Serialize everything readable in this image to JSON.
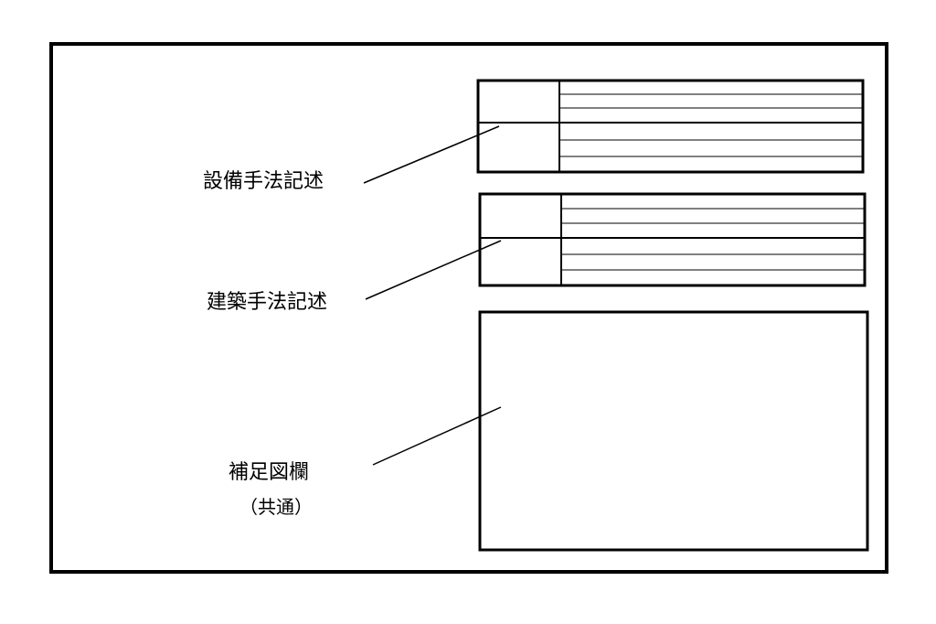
{
  "labels": {
    "equipment": "設備手法記述",
    "architecture": "建築手法記述",
    "supplementary": "補足図欄",
    "supplementary_note": "（共通）"
  },
  "colors": {
    "line": "#000000",
    "background": "#ffffff"
  }
}
